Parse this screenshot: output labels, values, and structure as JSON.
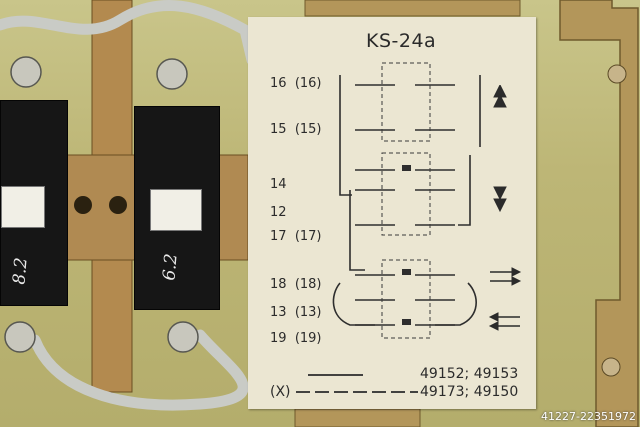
{
  "label": {
    "title": "KS-24a",
    "positions": [
      {
        "pos": "16",
        "paren": "(16)"
      },
      {
        "pos": "15",
        "paren": "(15)"
      },
      {
        "pos": "14",
        "paren": ""
      },
      {
        "pos": "12",
        "paren": ""
      },
      {
        "pos": "17",
        "paren": "(17)"
      },
      {
        "pos": "18",
        "paren": "(18)"
      },
      {
        "pos": "13",
        "paren": "(13)"
      },
      {
        "pos": "19",
        "paren": "(19)"
      }
    ],
    "legend": {
      "solid_numbers": "49152; 49153",
      "dashed_prefix": "(X)",
      "dashed_numbers": "49173; 49150"
    }
  },
  "relays": {
    "left_marking": "8.2",
    "right_marking": "6.2"
  },
  "watermark": "41227-22351972",
  "colors": {
    "card": "#ebe6d2",
    "backplate": "#bdb676",
    "relay_body": "#161616",
    "brass": "#b79a55"
  }
}
